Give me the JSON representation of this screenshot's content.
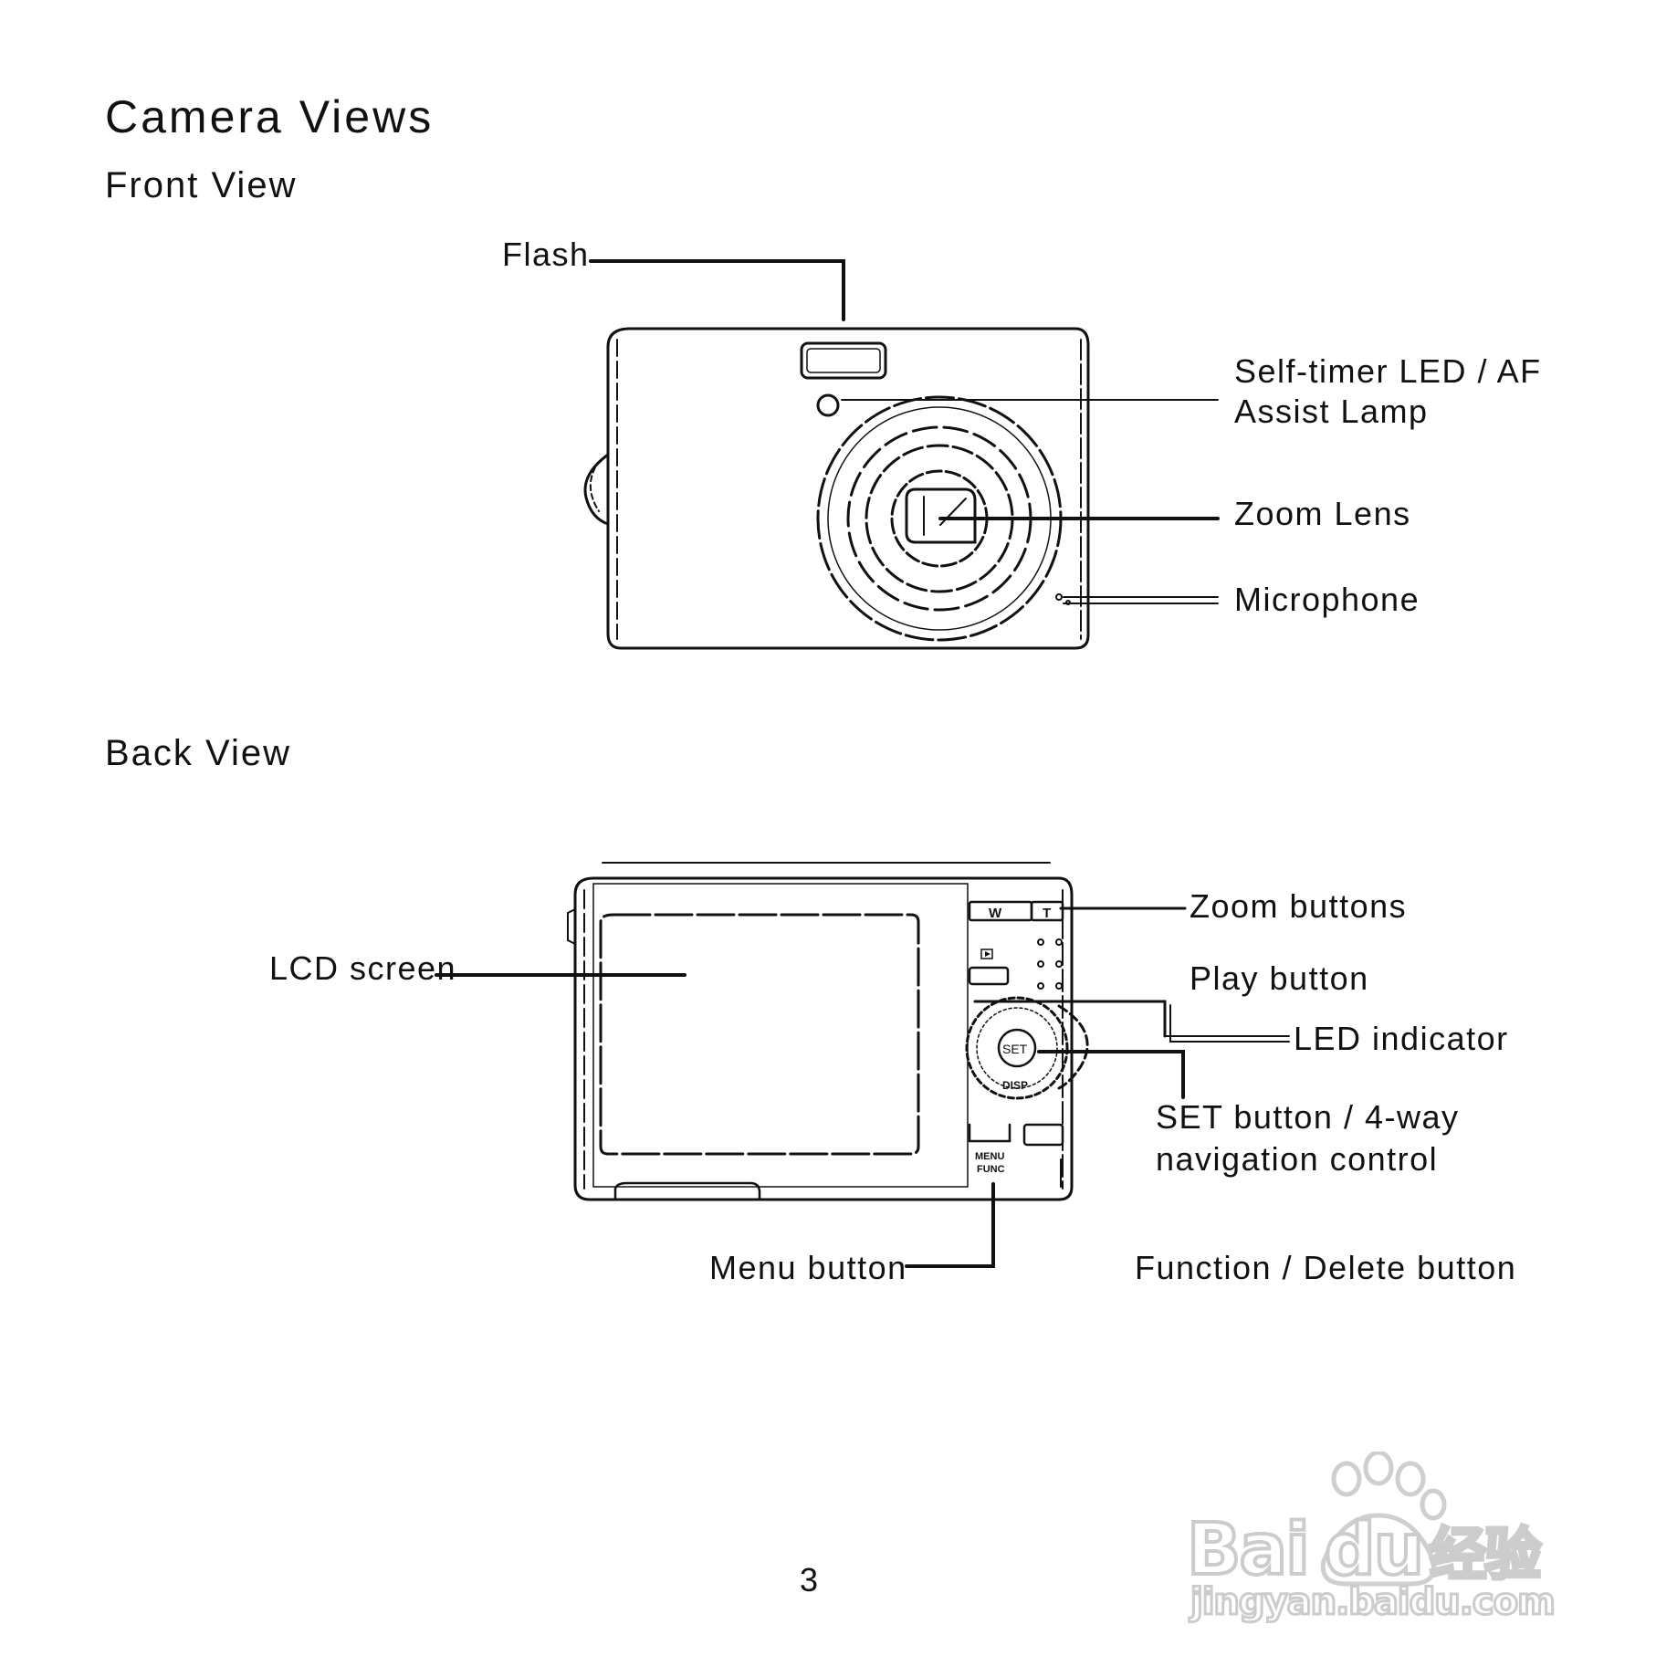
{
  "page": {
    "title": "Camera Views",
    "front_heading": "Front View",
    "back_heading": "Back View",
    "page_number": "3"
  },
  "front_labels": {
    "flash": "Flash",
    "self_timer_line1": "Self-timer LED / AF",
    "self_timer_line2": "Assist Lamp",
    "zoom_lens": "Zoom Lens",
    "microphone": "Microphone"
  },
  "back_labels": {
    "zoom_buttons": "Zoom buttons",
    "play_button": "Play button",
    "led_indicator": "LED indicator",
    "set_line1": "SET button / 4-way",
    "set_line2": "navigation control",
    "lcd_screen": "LCD screen",
    "menu_button": "Menu button",
    "function_delete": "Function / Delete button"
  },
  "camera_markings": {
    "w": "W",
    "t": "T",
    "set": "SET",
    "disp": "DISP",
    "menu": "MENU",
    "func": "FUNC"
  },
  "watermark": {
    "brand": "Bai",
    "brand2": "du",
    "cn": "经验",
    "url": "jingyan.baidu.com"
  }
}
